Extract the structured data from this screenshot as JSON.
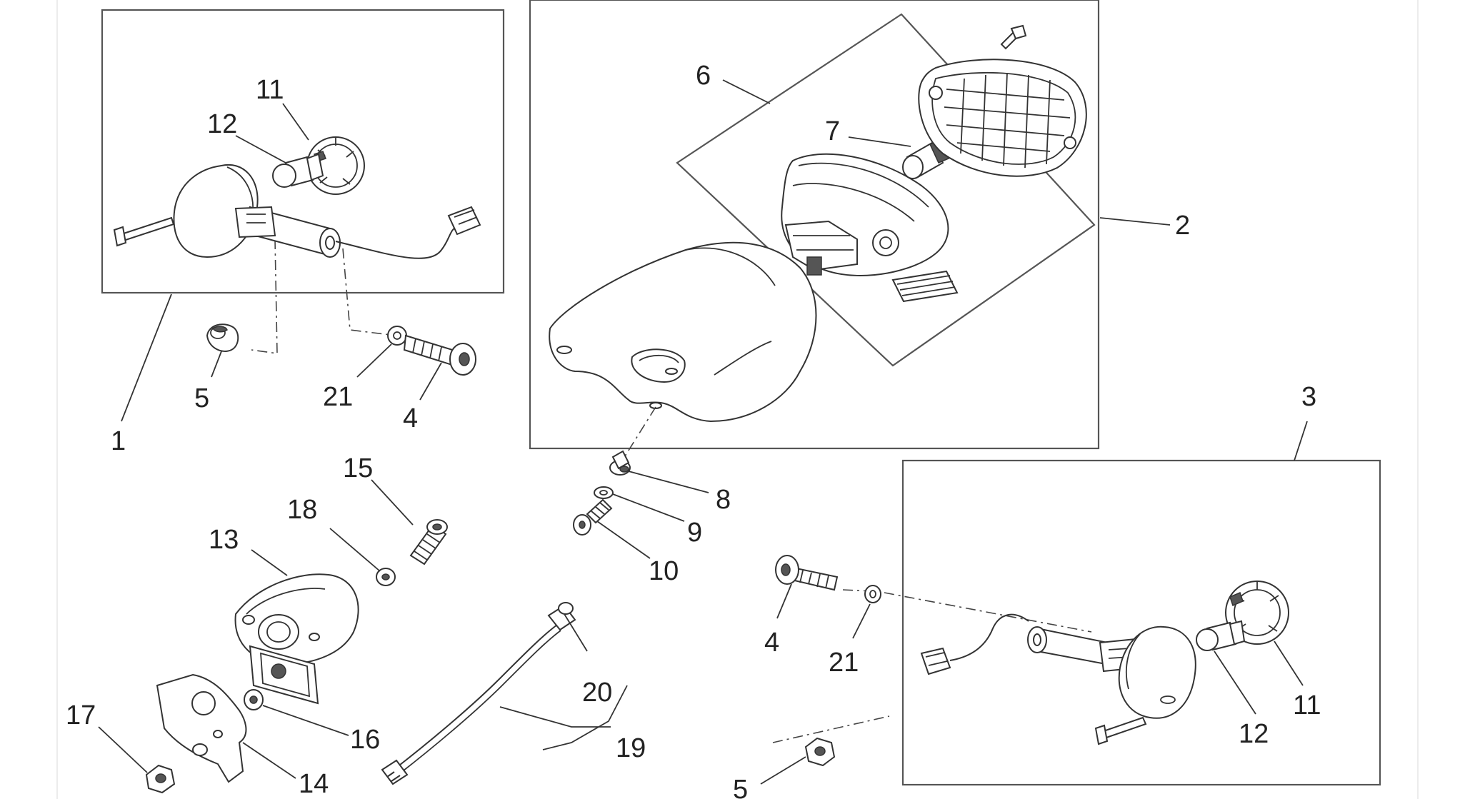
{
  "colors": {
    "background": "#ffffff",
    "line": "#333333",
    "frame": "#555555",
    "label": "#222222"
  },
  "callouts": {
    "c1": "1",
    "c2": "2",
    "c3": "3",
    "c4_left": "4",
    "c4_right": "4",
    "c5_left": "5",
    "c5_bottom": "5",
    "c6": "6",
    "c7": "7",
    "c8": "8",
    "c9": "9",
    "c10": "10",
    "c11_left": "11",
    "c11_right": "11",
    "c12_left": "12",
    "c12_right": "12",
    "c13": "13",
    "c14": "14",
    "c15": "15",
    "c16": "16",
    "c17": "17",
    "c18": "18",
    "c19": "19",
    "c20": "20",
    "c21_left": "21",
    "c21_right": "21"
  }
}
